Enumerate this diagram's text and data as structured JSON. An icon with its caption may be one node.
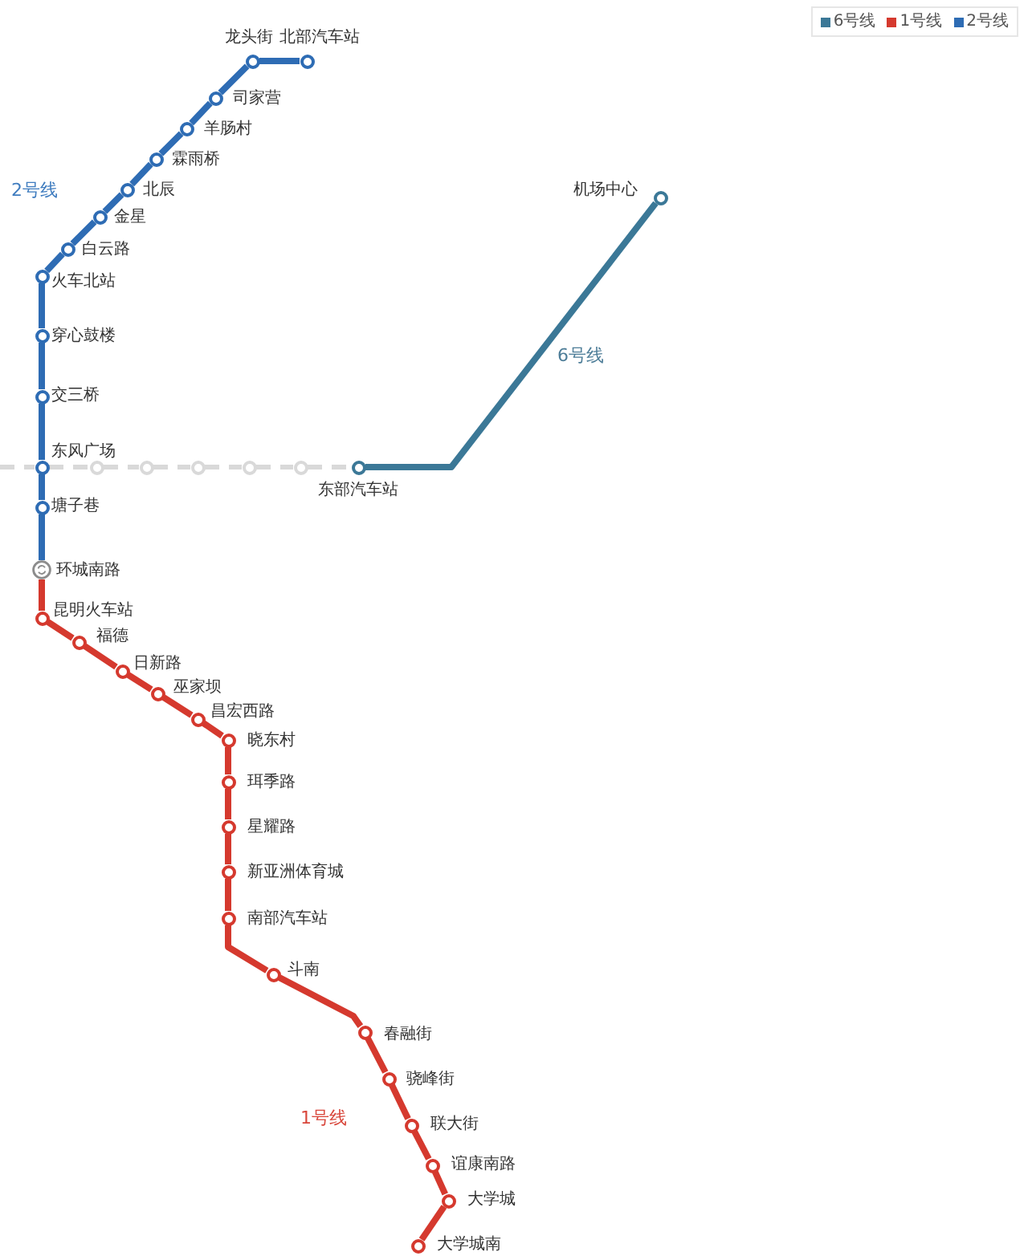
{
  "diagram": {
    "nodes": [
      {
        "text": [],
        "shape": "circle",
        "beside": [
          "龙头街"
        ]
      },
      {
        "text": [],
        "shape": "circle",
        "beside": [
          "北部汽车站"
        ]
      },
      {
        "text": [],
        "shape": "circle",
        "beside": [
          "司家营"
        ]
      },
      {
        "text": [],
        "shape": "circle",
        "beside": [
          "羊肠村"
        ]
      },
      {
        "text": [],
        "shape": "circle",
        "beside": [
          "霖雨桥"
        ]
      },
      {
        "text": [],
        "shape": "circle",
        "beside": [
          "北辰"
        ]
      },
      {
        "text": [],
        "shape": "circle",
        "beside": [
          "金星"
        ]
      },
      {
        "text": [],
        "shape": "circle",
        "beside": [
          "白云路"
        ]
      },
      {
        "text": [],
        "shape": "circle",
        "beside": [
          "火车北站"
        ]
      },
      {
        "text": [],
        "shape": "circle",
        "beside": [
          "穿心鼓楼"
        ]
      },
      {
        "text": [],
        "shape": "circle",
        "beside": [
          "交三桥"
        ]
      },
      {
        "text": [],
        "shape": "circle",
        "beside": [
          "东风广场"
        ]
      },
      {
        "text": [],
        "shape": "circle",
        "beside": [
          "塘子巷"
        ]
      },
      {
        "text": [],
        "shape": "circle",
        "beside": [
          "环城南路"
        ]
      },
      {
        "text": [],
        "shape": "circle"
      },
      {
        "text": [],
        "shape": "circle"
      },
      {
        "text": [],
        "shape": "circle"
      },
      {
        "text": [],
        "shape": "circle"
      },
      {
        "text": [],
        "shape": "circle"
      },
      {
        "text": [],
        "shape": "circle",
        "beside": [
          "东部汽车站"
        ]
      },
      {
        "text": [],
        "shape": "circle",
        "beside": [
          "机场中心"
        ]
      },
      {
        "text": [],
        "shape": "circle",
        "beside": [
          "昆明火车站"
        ]
      },
      {
        "text": [],
        "shape": "circle",
        "beside": [
          "福德"
        ]
      },
      {
        "text": [],
        "shape": "circle",
        "beside": [
          "日新路"
        ]
      },
      {
        "text": [],
        "shape": "circle",
        "beside": [
          "巫家坝"
        ]
      },
      {
        "text": [],
        "shape": "circle",
        "beside": [
          "昌宏西路"
        ]
      },
      {
        "text": [],
        "shape": "circle",
        "beside": [
          "晓东村"
        ]
      },
      {
        "text": [],
        "shape": "circle",
        "beside": [
          "珥季路"
        ]
      },
      {
        "text": [],
        "shape": "circle",
        "beside": [
          "星耀路"
        ]
      },
      {
        "text": [],
        "shape": "circle",
        "beside": [
          "新亚洲体育城"
        ]
      },
      {
        "text": [],
        "shape": "circle",
        "beside": [
          "南部汽车站"
        ]
      },
      {
        "text": [],
        "shape": "circle",
        "beside": [
          "斗南"
        ]
      },
      {
        "text": [],
        "shape": "circle",
        "beside": [
          "春融街"
        ]
      },
      {
        "text": [],
        "shape": "circle",
        "beside": [
          "骁峰街"
        ]
      },
      {
        "text": [],
        "shape": "circle",
        "beside": [
          "联大街"
        ]
      },
      {
        "text": [],
        "shape": "circle",
        "beside": [
          "谊康南路"
        ]
      },
      {
        "text": [],
        "shape": "circle",
        "beside": [
          "大学城"
        ]
      },
      {
        "text": [],
        "shape": "circle",
        "beside": [
          "大学城南"
        ]
      }
    ],
    "edges": [
      {
        "from": 0,
        "to": 1,
        "arrow": "none",
        "color": "#2e6cb4"
      },
      {
        "from": 0,
        "to": 2,
        "arrow": "none",
        "color": "#2e6cb4"
      },
      {
        "from": 2,
        "to": 3,
        "arrow": "none",
        "color": "#2e6cb4"
      },
      {
        "from": 3,
        "to": 4,
        "arrow": "none",
        "color": "#2e6cb4"
      },
      {
        "from": 4,
        "to": 5,
        "arrow": "none",
        "color": "#2e6cb4"
      },
      {
        "from": 5,
        "to": 6,
        "arrow": "none",
        "color": "#2e6cb4"
      },
      {
        "from": 6,
        "to": 7,
        "arrow": "none",
        "color": "#2e6cb4"
      },
      {
        "from": 7,
        "to": 8,
        "arrow": "none",
        "color": "#2e6cb4"
      },
      {
        "from": 8,
        "to": 9,
        "arrow": "none",
        "color": "#2e6cb4"
      },
      {
        "from": 9,
        "to": 10,
        "arrow": "none",
        "color": "#2e6cb4"
      },
      {
        "from": 10,
        "to": 11,
        "arrow": "none",
        "color": "#2e6cb4"
      },
      {
        "from": 11,
        "to": 12,
        "arrow": "none",
        "color": "#2e6cb4"
      },
      {
        "from": 12,
        "to": 13,
        "arrow": "none",
        "color": "#2e6cb4"
      },
      {
        "from": null,
        "to": 11,
        "arrow": "none",
        "style": "dashed",
        "color": "#d9d9d9"
      },
      {
        "from": 11,
        "to": 14,
        "arrow": "none",
        "style": "dashed",
        "color": "#d9d9d9"
      },
      {
        "from": 14,
        "to": 15,
        "arrow": "none",
        "style": "dashed",
        "color": "#d9d9d9"
      },
      {
        "from": 15,
        "to": 16,
        "arrow": "none",
        "style": "dashed",
        "color": "#d9d9d9"
      },
      {
        "from": 16,
        "to": 17,
        "arrow": "none",
        "style": "dashed",
        "color": "#d9d9d9"
      },
      {
        "from": 17,
        "to": 18,
        "arrow": "none",
        "style": "dashed",
        "color": "#d9d9d9"
      },
      {
        "from": 18,
        "to": 19,
        "arrow": "none",
        "style": "dashed",
        "color": "#d9d9d9"
      },
      {
        "from": 19,
        "to": 20,
        "arrow": "none",
        "color": "#3b7897"
      },
      {
        "from": 13,
        "to": 21,
        "arrow": "none"
      },
      {
        "from": 21,
        "to": 22,
        "arrow": "none"
      },
      {
        "from": 22,
        "to": 23,
        "arrow": "none"
      },
      {
        "from": 23,
        "to": 24,
        "arrow": "none"
      },
      {
        "from": 24,
        "to": 25,
        "arrow": "none"
      },
      {
        "from": 25,
        "to": 26,
        "arrow": "none"
      },
      {
        "from": 26,
        "to": 27,
        "arrow": "none"
      },
      {
        "from": 27,
        "to": 28,
        "arrow": "none"
      },
      {
        "from": 28,
        "to": 29,
        "arrow": "none"
      },
      {
        "from": 29,
        "to": 30,
        "arrow": "none"
      },
      {
        "from": 30,
        "to": 31,
        "arrow": "none"
      },
      {
        "from": 31,
        "to": 32,
        "arrow": "none"
      },
      {
        "from": 32,
        "to": 33,
        "arrow": "none"
      },
      {
        "from": 33,
        "to": 34,
        "arrow": "none"
      },
      {
        "from": 34,
        "to": 35,
        "arrow": "none"
      },
      {
        "from": 35,
        "to": 36,
        "arrow": "none"
      },
      {
        "from": 36,
        "to": 37,
        "arrow": "none"
      }
    ],
    "labels": [
      "2号线",
      "6号线",
      "1号线"
    ],
    "legend": [
      {
        "text": "6号线",
        "color": "#3b7897"
      },
      {
        "text": "1号线",
        "color": "#d5392e"
      },
      {
        "text": "2号线",
        "color": "#2e6cb4"
      }
    ]
  }
}
